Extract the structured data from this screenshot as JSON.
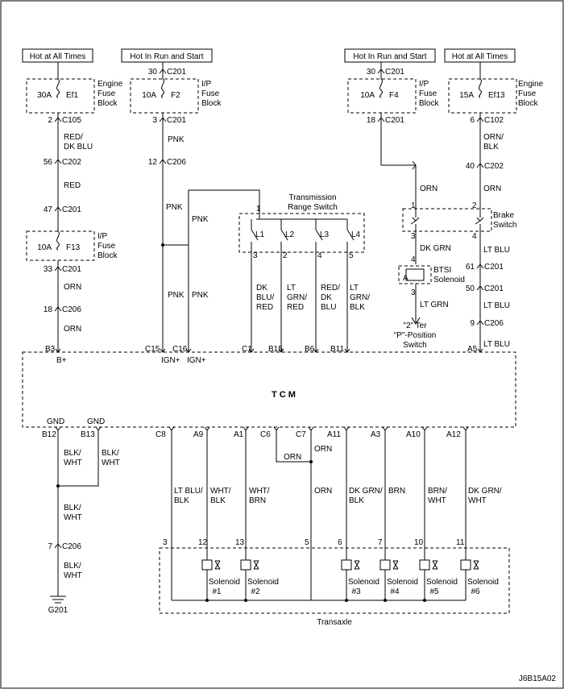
{
  "sources": [
    {
      "key": "src1",
      "label": "Hot at All Times"
    },
    {
      "key": "src2",
      "label": "Hot In Run and Start"
    },
    {
      "key": "src3",
      "label": "Hot In Run and Start"
    },
    {
      "key": "src4",
      "label": "Hot at All Times"
    }
  ],
  "fuses": [
    {
      "key": "fuse-ef1",
      "amp": "30A",
      "name": "Ef1",
      "block": [
        "Engine",
        "Fuse",
        "Block"
      ]
    },
    {
      "key": "fuse-f2",
      "amp": "10A",
      "name": "F2",
      "block": [
        "I/P",
        "Fuse",
        "Block"
      ]
    },
    {
      "key": "fuse-f13",
      "amp": "10A",
      "name": "F13",
      "block": [
        "I/P",
        "Fuse",
        "Block"
      ]
    },
    {
      "key": "fuse-f4",
      "amp": "10A",
      "name": "F4",
      "block": [
        "I/P",
        "Fuse",
        "Block"
      ]
    },
    {
      "key": "fuse-ef13",
      "amp": "15A",
      "name": "Ef13",
      "block": [
        "Engine",
        "Fuse",
        "Block"
      ]
    }
  ],
  "connectors": [
    {
      "key": "c1",
      "pin": "2",
      "name": "C105"
    },
    {
      "key": "c2",
      "pin": "56",
      "name": "C202"
    },
    {
      "key": "c3",
      "pin": "47",
      "name": "C201"
    },
    {
      "key": "c4",
      "pin": "33",
      "name": "C201"
    },
    {
      "key": "c5",
      "pin": "18",
      "name": "C206"
    },
    {
      "key": "c6",
      "pin": "30",
      "name": "C201"
    },
    {
      "key": "c7",
      "pin": "3",
      "name": "C201"
    },
    {
      "key": "c8",
      "pin": "12",
      "name": "C206"
    },
    {
      "key": "c9",
      "pin": "30",
      "name": "C201"
    },
    {
      "key": "c10",
      "pin": "18",
      "name": "C201"
    },
    {
      "key": "c11",
      "pin": "6",
      "name": "C102"
    },
    {
      "key": "c12",
      "pin": "40",
      "name": "C202"
    },
    {
      "key": "c13",
      "pin": "61",
      "name": "C201"
    },
    {
      "key": "c14",
      "pin": "50",
      "name": "C201"
    },
    {
      "key": "c15",
      "pin": "9",
      "name": "C206"
    },
    {
      "key": "c16",
      "pin": "7",
      "name": "C206"
    }
  ],
  "wires": [
    {
      "key": "w1",
      "lines": [
        "RED/",
        "DK BLU"
      ]
    },
    {
      "key": "w2",
      "lines": [
        "RED"
      ]
    },
    {
      "key": "w3",
      "lines": [
        "ORN"
      ]
    },
    {
      "key": "w4",
      "lines": [
        "ORN"
      ]
    },
    {
      "key": "w5",
      "lines": [
        "PNK"
      ]
    },
    {
      "key": "w6",
      "lines": [
        "PNK"
      ]
    },
    {
      "key": "w7",
      "lines": [
        "PNK"
      ]
    },
    {
      "key": "w8",
      "lines": [
        "PNK"
      ]
    },
    {
      "key": "w9",
      "lines": [
        "PNK"
      ]
    },
    {
      "key": "w10",
      "lines": [
        "DK",
        "BLU/",
        "RED"
      ]
    },
    {
      "key": "w11",
      "lines": [
        "LT",
        "GRN/",
        "RED"
      ]
    },
    {
      "key": "w12",
      "lines": [
        "RED/",
        "DK",
        "BLU"
      ]
    },
    {
      "key": "w13",
      "lines": [
        "LT",
        "GRN/",
        "BLK"
      ]
    },
    {
      "key": "w14",
      "lines": [
        "ORN"
      ]
    },
    {
      "key": "w15",
      "lines": [
        "DK GRN"
      ]
    },
    {
      "key": "w16",
      "lines": [
        "LT GRN"
      ]
    },
    {
      "key": "w17",
      "lines": [
        "ORN/",
        "BLK"
      ]
    },
    {
      "key": "w18",
      "lines": [
        "ORN"
      ]
    },
    {
      "key": "w19",
      "lines": [
        "LT BLU"
      ]
    },
    {
      "key": "w20",
      "lines": [
        "LT BLU"
      ]
    },
    {
      "key": "w21",
      "lines": [
        "LT BLU"
      ]
    },
    {
      "key": "w22",
      "lines": [
        "BLK/",
        "WHT"
      ]
    },
    {
      "key": "w23",
      "lines": [
        "BLK/",
        "WHT"
      ]
    },
    {
      "key": "w24",
      "lines": [
        "BLK/",
        "WHT"
      ]
    },
    {
      "key": "w25",
      "lines": [
        "BLK/",
        "WHT"
      ]
    },
    {
      "key": "w26",
      "lines": [
        "LT BLU/",
        "BLK"
      ]
    },
    {
      "key": "w27",
      "lines": [
        "WHT/",
        "BLK"
      ]
    },
    {
      "key": "w28",
      "lines": [
        "WHT/",
        "BRN"
      ]
    },
    {
      "key": "w29",
      "lines": [
        "ORN"
      ]
    },
    {
      "key": "w30",
      "lines": [
        "ORN"
      ]
    },
    {
      "key": "w31",
      "lines": [
        "ORN"
      ]
    },
    {
      "key": "w32",
      "lines": [
        "DK GRN/",
        "BLK"
      ]
    },
    {
      "key": "w33",
      "lines": [
        "BRN"
      ]
    },
    {
      "key": "w34",
      "lines": [
        "BRN/",
        "WHT"
      ]
    },
    {
      "key": "w35",
      "lines": [
        "DK GRN/",
        "WHT"
      ]
    }
  ],
  "range_switch": {
    "title": [
      "Transmission",
      "Range Switch"
    ],
    "input_pin": "1",
    "contacts": [
      "L1",
      "L2",
      "L3",
      "L4"
    ],
    "pins": [
      "3",
      "2",
      "4",
      "5"
    ]
  },
  "brake_switch": {
    "label": [
      "Brake",
      "Switch"
    ],
    "pins": [
      "1",
      "2",
      "3",
      "4"
    ]
  },
  "btsi": {
    "label": [
      "BTSI",
      "Solenoid"
    ],
    "pins": [
      "4",
      "3"
    ],
    "letter": "A"
  },
  "ter_switch": [
    "\"2\" Ter",
    "\"P\"-Position",
    "Switch"
  ],
  "tcm": {
    "title": "T C M",
    "top_pins": [
      {
        "key": "p-b3",
        "pin": "B3",
        "label": "B+"
      },
      {
        "key": "p-c15",
        "pin": "C15",
        "label": "IGN+"
      },
      {
        "key": "p-c16",
        "pin": "C16",
        "label": "IGN+"
      },
      {
        "key": "p-c1",
        "pin": "C1",
        "label": ""
      },
      {
        "key": "p-b15",
        "pin": "B15",
        "label": ""
      },
      {
        "key": "p-b6",
        "pin": "B6",
        "label": ""
      },
      {
        "key": "p-b11",
        "pin": "B11",
        "label": ""
      },
      {
        "key": "p-a5",
        "pin": "A5",
        "label": ""
      }
    ],
    "bottom_pins": [
      {
        "key": "p-b12",
        "pin": "B12",
        "label": "GND"
      },
      {
        "key": "p-b13",
        "pin": "B13",
        "label": "GND"
      },
      {
        "key": "p-c8",
        "pin": "C8"
      },
      {
        "key": "p-a9",
        "pin": "A9"
      },
      {
        "key": "p-a1",
        "pin": "A1"
      },
      {
        "key": "p-c6",
        "pin": "C6"
      },
      {
        "key": "p-c7",
        "pin": "C7"
      },
      {
        "key": "p-a11",
        "pin": "A11"
      },
      {
        "key": "p-a3",
        "pin": "A3"
      },
      {
        "key": "p-a10",
        "pin": "A10"
      },
      {
        "key": "p-a12",
        "pin": "A12"
      }
    ]
  },
  "transaxle": {
    "label": "Transaxle",
    "pins": [
      "3",
      "12",
      "13",
      "5",
      "6",
      "7",
      "10",
      "11"
    ],
    "solenoids": [
      {
        "name": "Solenoid",
        "num": "#1"
      },
      {
        "name": "Solenoid",
        "num": "#2"
      },
      {
        "name": "Solenoid",
        "num": "#3"
      },
      {
        "name": "Solenoid",
        "num": "#4"
      },
      {
        "name": "Solenoid",
        "num": "#5"
      },
      {
        "name": "Solenoid",
        "num": "#6"
      }
    ]
  },
  "ground": "G201",
  "figure_id": "J6B15A02"
}
